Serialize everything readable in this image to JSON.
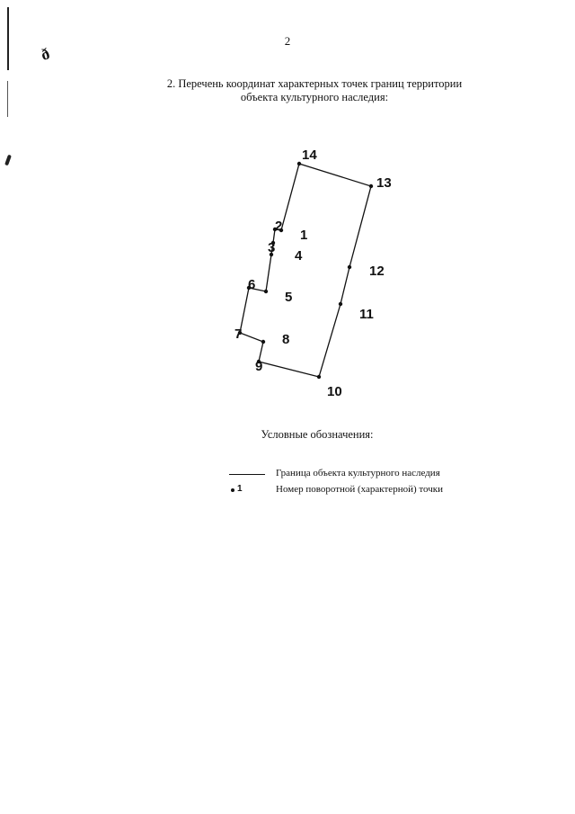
{
  "page": {
    "number": "2",
    "heading_line1": "2. Перечень координат характерных точек границ территории",
    "heading_line2": "объекта культурного наследия:"
  },
  "marks": {
    "handwritten_glyph": "ð"
  },
  "plan": {
    "points": [
      {
        "num": "14"
      },
      {
        "num": "13"
      },
      {
        "num": "12"
      },
      {
        "num": "11"
      },
      {
        "num": "10"
      },
      {
        "num": "9"
      },
      {
        "num": "8"
      },
      {
        "num": "7"
      },
      {
        "num": "6"
      },
      {
        "num": "5"
      },
      {
        "num": "4"
      },
      {
        "num": "3"
      },
      {
        "num": "2"
      },
      {
        "num": "1"
      }
    ],
    "boundary_color": "#111111"
  },
  "legend": {
    "title": "Условные обозначения:",
    "line_label": "Граница объекта культурного наследия",
    "point_symbol_num": "1",
    "point_label": "Номер поворотной (характерной) точки"
  }
}
